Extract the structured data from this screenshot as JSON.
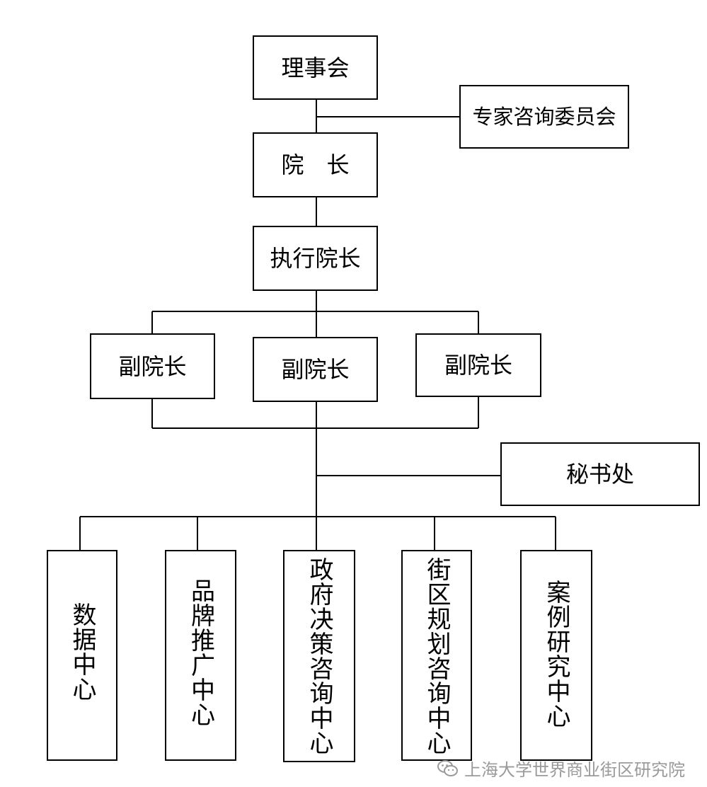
{
  "diagram": {
    "board": "理事会",
    "expert_committee": "专家咨询委员会",
    "president": "院　长",
    "executive_president": "执行院长",
    "vice_presidents": [
      "副院长",
      "副院长",
      "副院长"
    ],
    "secretariat": "秘书处",
    "centers": [
      "数据中心",
      "品牌推广中心",
      "政府决策咨询中心",
      "街区规划咨询中心",
      "案例研究中心"
    ]
  },
  "watermark": {
    "text": "上海大学世界商业街区研究院",
    "icon": "wechat-icon",
    "color": "#9a9a9a"
  }
}
